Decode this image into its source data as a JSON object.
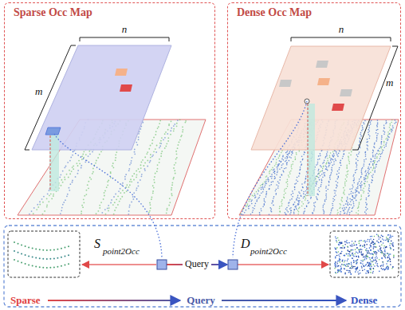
{
  "diagram": {
    "nodes": [
      {
        "text": [
          "Sparse Occ Map"
        ]
      },
      {
        "text": [
          "Dense Occ Map"
        ]
      }
    ],
    "labels": [
      "n",
      "m",
      "n",
      "m",
      "S",
      "point2Occ",
      "Query",
      "D",
      "point2Occ",
      "Sparse",
      "Query",
      "Dense"
    ]
  }
}
